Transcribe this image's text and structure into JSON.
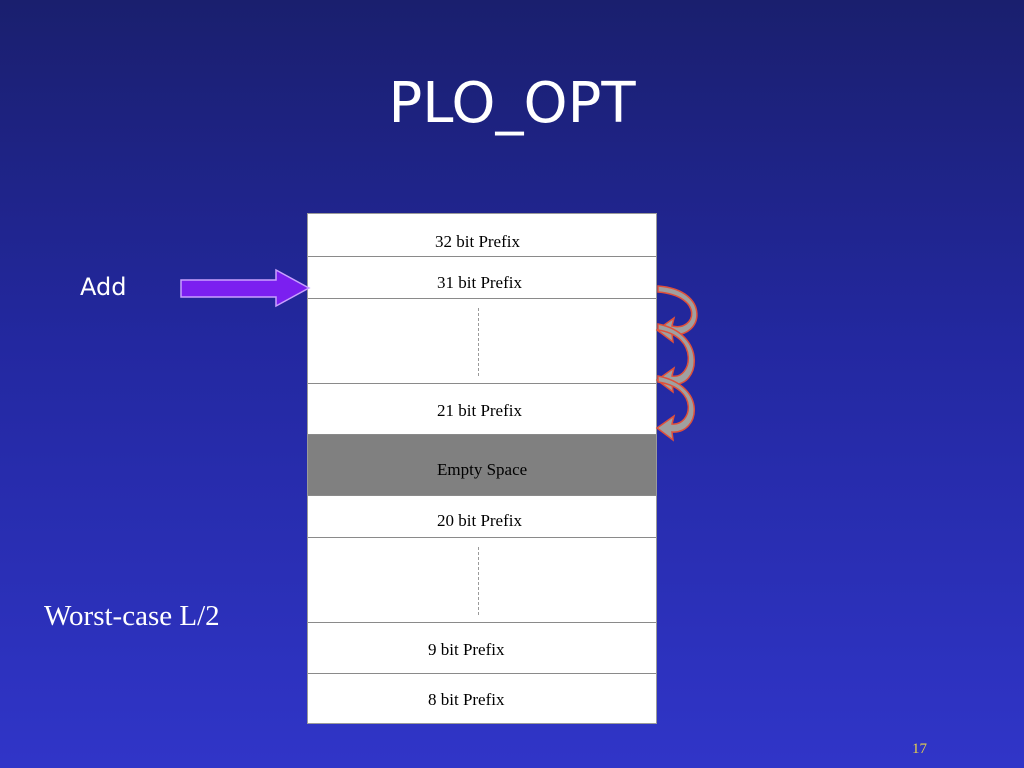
{
  "slide": {
    "title": "PLO_OPT",
    "add_label": "Add",
    "worst_case_label": "Worst-case L/2",
    "page_number": "17"
  },
  "table": {
    "rows": [
      {
        "label": "32 bit Prefix"
      },
      {
        "label": "31 bit Prefix"
      },
      {
        "label": ""
      },
      {
        "label": "21 bit Prefix"
      },
      {
        "label": "Empty Space"
      },
      {
        "label": "20 bit Prefix"
      },
      {
        "label": ""
      },
      {
        "label": "9 bit Prefix"
      },
      {
        "label": "8 bit Prefix"
      }
    ]
  },
  "colors": {
    "background_top": "#1a1f6e",
    "background_bottom": "#3035c8",
    "add_arrow_fill": "#7b1ff0",
    "curved_arrow_fill": "#a0a0a0",
    "curved_arrow_outline": "#e0503a",
    "empty_space_fill": "#808080",
    "page_number": "#e8d24a"
  }
}
